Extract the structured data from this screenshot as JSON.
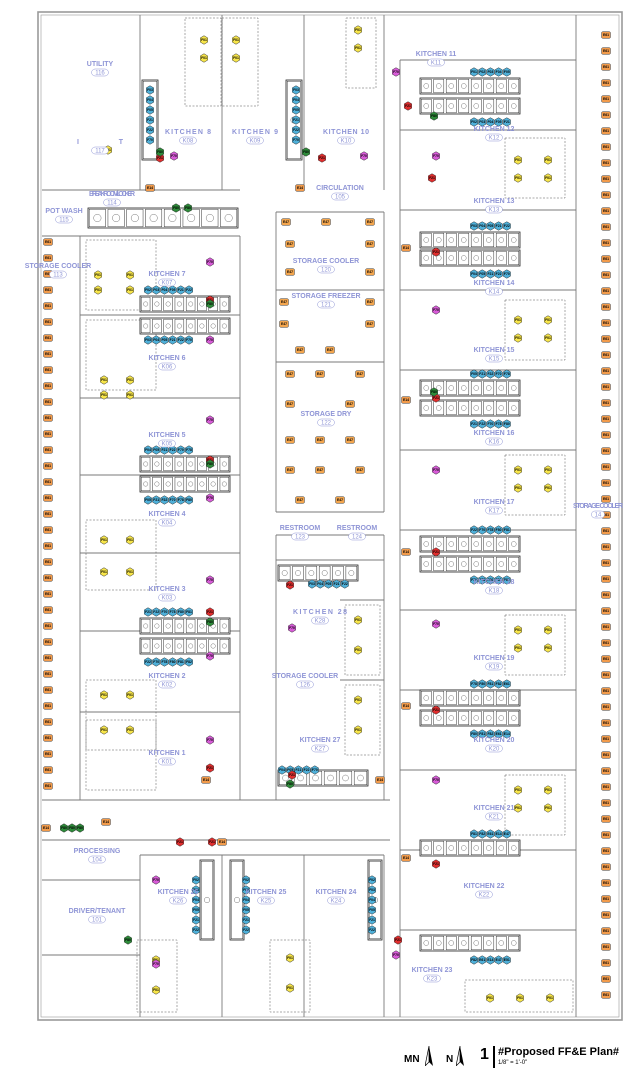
{
  "rooms": [
    {
      "name": "UTILITY",
      "number": "116"
    },
    {
      "name": "IT",
      "number": "117"
    },
    {
      "name": "BREAKROOM / LOCKER",
      "number": "114"
    },
    {
      "name": "POT WASH",
      "number": "115"
    },
    {
      "name": "STORAGE COOLER",
      "number": "113"
    },
    {
      "name": "KITCHEN 8",
      "number": "K08"
    },
    {
      "name": "KITCHEN 9",
      "number": "K09"
    },
    {
      "name": "KITCHEN 10",
      "number": "K10"
    },
    {
      "name": "CIRCULATION",
      "number": "105"
    },
    {
      "name": "KITCHEN 11",
      "number": "K11"
    },
    {
      "name": "KITCHEN 12",
      "number": "K12"
    },
    {
      "name": "KITCHEN 13",
      "number": "K13"
    },
    {
      "name": "KITCHEN 14",
      "number": "K14"
    },
    {
      "name": "KITCHEN 15",
      "number": "K15"
    },
    {
      "name": "KITCHEN 16",
      "number": "K16"
    },
    {
      "name": "KITCHEN 17",
      "number": "K17"
    },
    {
      "name": "KITCHEN 18",
      "number": "K18"
    },
    {
      "name": "KITCHEN 19",
      "number": "K19"
    },
    {
      "name": "KITCHEN 20",
      "number": "K20"
    },
    {
      "name": "KITCHEN 21",
      "number": "K21"
    },
    {
      "name": "KITCHEN 22",
      "number": "K22"
    },
    {
      "name": "KITCHEN 23",
      "number": "K23"
    },
    {
      "name": "KITCHEN 7",
      "number": "K07"
    },
    {
      "name": "KITCHEN 6",
      "number": "K06"
    },
    {
      "name": "KITCHEN 5",
      "number": "K05"
    },
    {
      "name": "KITCHEN 4",
      "number": "K04"
    },
    {
      "name": "KITCHEN 3",
      "number": "K03"
    },
    {
      "name": "KITCHEN 2",
      "number": "K02"
    },
    {
      "name": "KITCHEN 1",
      "number": "K01"
    },
    {
      "name": "STORAGE COOLER",
      "number": "120"
    },
    {
      "name": "STORAGE FREEZER",
      "number": "121"
    },
    {
      "name": "STORAGE DRY",
      "number": "122"
    },
    {
      "name": "RESTROOM",
      "number": "123"
    },
    {
      "name": "RESTROOM",
      "number": "124"
    },
    {
      "name": "KITCHEN 28",
      "number": "K28"
    },
    {
      "name": "STORAGE COOLER",
      "number": "126"
    },
    {
      "name": "KITCHEN 27",
      "number": "K27"
    },
    {
      "name": "STORAGE COOLER",
      "number": "14"
    },
    {
      "name": "PROCESSING",
      "number": "104"
    },
    {
      "name": "DRIVER/TENANT",
      "number": "101"
    },
    {
      "name": "KITCHEN 26",
      "number": "K26"
    },
    {
      "name": "KITCHEN 25",
      "number": "K25"
    },
    {
      "name": "KITCHEN 24",
      "number": "K24"
    }
  ],
  "tags": [
    "E61",
    "E14",
    "E47",
    "E51",
    "F01",
    "F02",
    "F03",
    "F04",
    "F05",
    "F21",
    "F22",
    "F70",
    "F78",
    "F80",
    "F81",
    "F82"
  ],
  "tag_colors": {
    "E": "#f29b4b",
    "E47": "#f4a64e",
    "F0x": "#4fb0d9",
    "F2x": "#e02e2e",
    "F7x": "#d85bd8",
    "F8x": "#2e8b3a",
    "G": "#f7e54a"
  },
  "title_block": {
    "mn_label": "MN",
    "n_label": "N",
    "sheet_number": "1",
    "title": "#Proposed FF&E Plan#",
    "scale": "1/8\" = 1'-0\""
  }
}
